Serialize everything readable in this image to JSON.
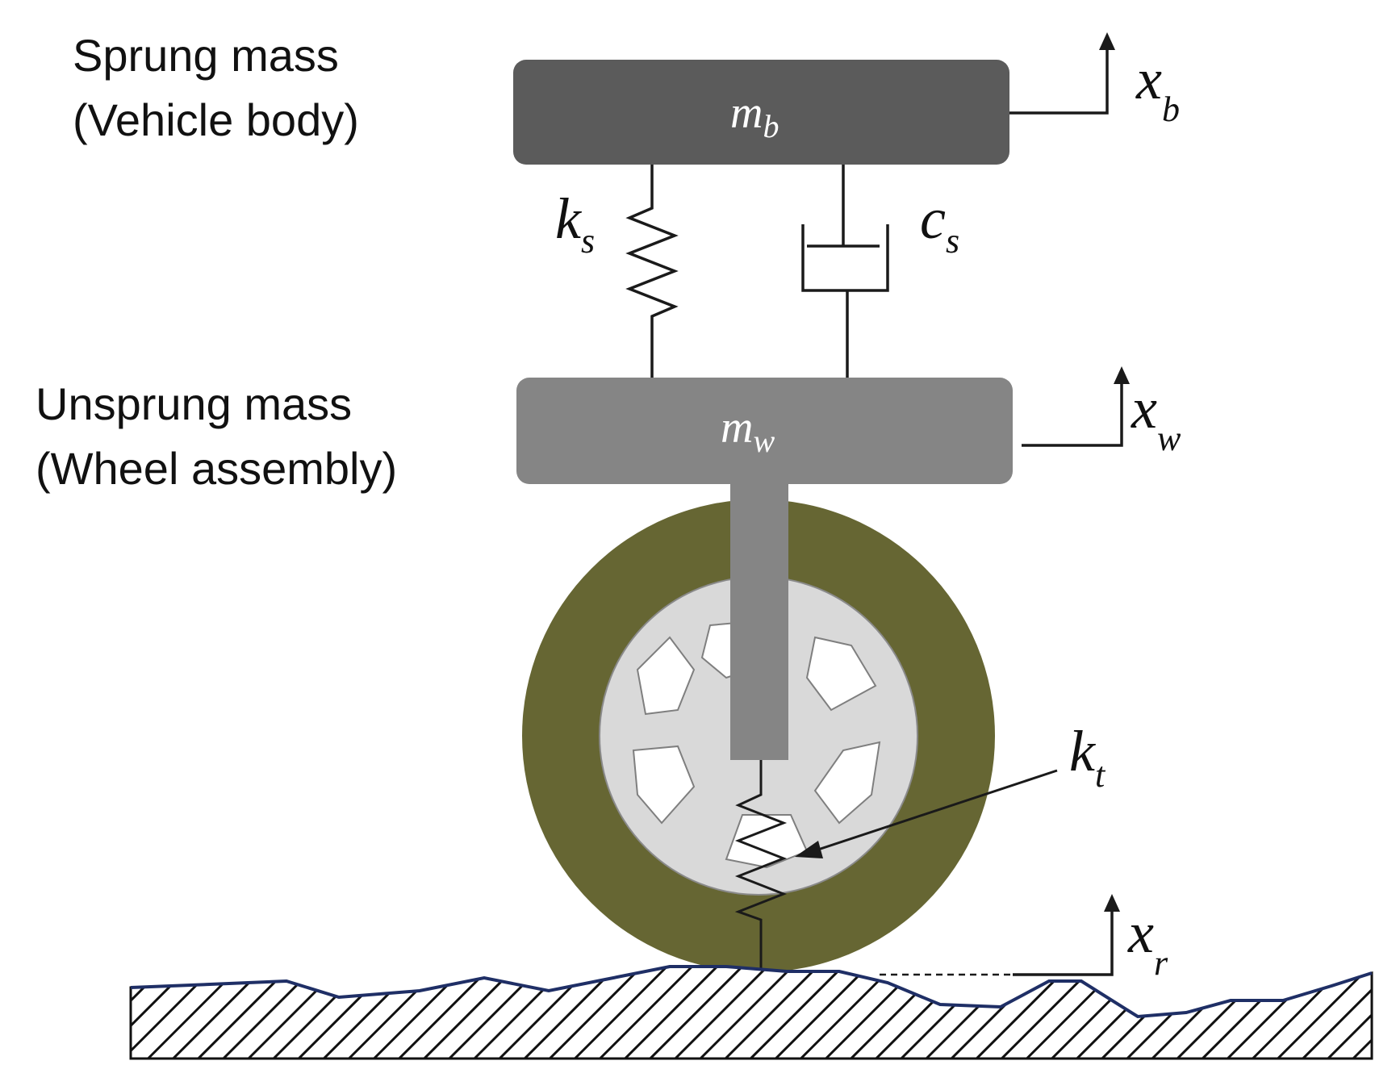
{
  "labels": {
    "sprung_line1": "Sprung mass",
    "sprung_line2": "(Vehicle body)",
    "unsprung_line1": "Unsprung mass",
    "unsprung_line2": "(Wheel assembly)"
  },
  "masses": {
    "body": {
      "symbol": "m",
      "subscript": "b"
    },
    "wheel": {
      "symbol": "m",
      "subscript": "w"
    }
  },
  "parameters": {
    "spring_suspension": {
      "symbol": "k",
      "subscript": "s"
    },
    "damper_suspension": {
      "symbol": "c",
      "subscript": "s"
    },
    "tire_stiffness": {
      "symbol": "k",
      "subscript": "t"
    }
  },
  "displacements": {
    "body": {
      "symbol": "x",
      "subscript": "b"
    },
    "wheel": {
      "symbol": "x",
      "subscript": "w"
    },
    "road": {
      "symbol": "x",
      "subscript": "r"
    }
  },
  "colors": {
    "body_mass": "#5b5b5b",
    "wheel_mass": "#858585",
    "tire": "#666633",
    "rim": "#d9d9d9",
    "road_line": "#1f2f66"
  }
}
